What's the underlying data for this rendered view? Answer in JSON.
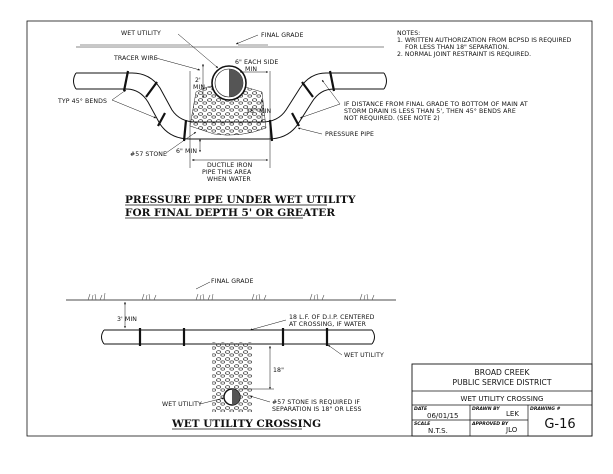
{
  "notes": {
    "heading": "NOTES:",
    "lines": [
      "1.  WRITTEN AUTHORIZATION FROM BCPSD IS REQUIRED",
      "FOR LESS THAN 18\" SEPARATION.",
      "2.  NORMAL JOINT RESTRAINT IS REQUIRED."
    ]
  },
  "detail_top": {
    "wet_utility": "WET UTILITY",
    "final_grade": "FINAL GRADE",
    "tracer_wire": "TRACER WIRE",
    "each_side": "6\" EACH SIDE",
    "min": "MIN",
    "two_min_a": "2'",
    "two_min_b": "MIN",
    "eighteen_min": "18\" MIN",
    "six_min": "6\" MIN",
    "typ_bends": "TYP 45° BENDS",
    "stone": "#57 STONE",
    "ductile": [
      "DUCTILE IRON",
      "PIPE THIS AREA",
      "WHEN WATER"
    ],
    "if_distance": [
      "IF DISTANCE FROM FINAL GRADE TO BOTTOM OF MAIN AT",
      "STORM DRAIN IS LESS THAN 5', THEN 45° BENDS ARE",
      "NOT REQUIRED. (SEE NOTE 2)"
    ],
    "pressure_pipe": "PRESSURE PIPE",
    "title_line1": "PRESSURE PIPE UNDER WET UTILITY",
    "title_line2": "FOR FINAL DEPTH 5' OR GREATER"
  },
  "detail_bottom": {
    "final_grade": "FINAL GRADE",
    "three_min": "3' MIN",
    "dip": [
      "18 L.F. OF D.I.P. CENTERED",
      "AT CROSSING, IF WATER"
    ],
    "wet_utility_right": "WET UTILITY",
    "eighteen": "18\"",
    "wet_utility_left": "WET UTILITY",
    "stone": [
      "#57 STONE IS REQUIRED IF",
      "SEPARATION IS 18\" OR LESS"
    ],
    "title": "WET UTILITY CROSSING"
  },
  "title_block": {
    "org_line1": "BROAD CREEK",
    "org_line2": "PUBLIC SERVICE DISTRICT",
    "drawing_title": "WET UTILITY CROSSING",
    "date_label": "DATE",
    "date_value": "06/01/15",
    "drawn_label": "DRAWN BY",
    "drawn_value": "LEK",
    "drawing_label": "DRAWING #",
    "drawing_value": "G-16",
    "scale_label": "SCALE",
    "scale_value": "N.T.S.",
    "approved_label": "APPROVED BY",
    "approved_value": "JLO"
  }
}
